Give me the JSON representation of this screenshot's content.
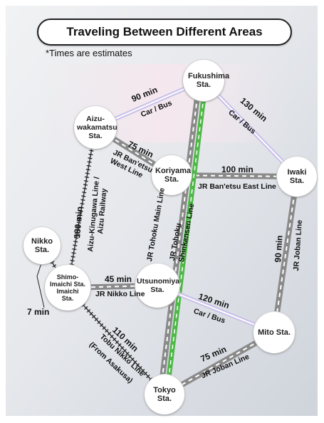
{
  "title": "Traveling Between Different Areas",
  "note": "*Times are estimates",
  "colors": {
    "rail": "#8a8a8a",
    "shinkansen": "#4fb848",
    "road": "#c9c0ea",
    "local": "#2b2b2b"
  },
  "stations": {
    "fukushima": "Fukushima Sta.",
    "aizu": "Aizu-wakamatsu Sta.",
    "koriyama": "Koriyama Sta.",
    "iwaki": "Iwaki Sta.",
    "nikko": "Nikko Sta.",
    "shimo_imaichi": "Shimo-Imaichi Sta.",
    "imaichi": "Imaichi Sta.",
    "utsunomiya": "Utsunomiya Sta.",
    "mito": "Mito Sta.",
    "tokyo": "Tokyo Sta."
  },
  "routes": {
    "aizu_fukushima": {
      "time": "90 min",
      "mode": "Car / Bus"
    },
    "fukushima_iwaki": {
      "time": "130 min",
      "mode": "Car / Bus"
    },
    "aizu_koriyama": {
      "time": "75 min",
      "line1": "JR Ban'etsu",
      "line2": "West Line"
    },
    "koriyama_iwaki": {
      "time": "100 min",
      "line": "JR Ban'etsu East Line"
    },
    "aizu_shimo": {
      "time": "180 min",
      "line1": "Aizu-Kinugawa Line /",
      "line2": "Aizu Railway"
    },
    "tohoku_main": {
      "line": "JR Tohoku Main Line"
    },
    "tohoku_shinkansen": {
      "line1": "JR Tohoku",
      "line2": "Shinkansen Line"
    },
    "iwaki_mito": {
      "time": "90 min",
      "line": "JR Joban Line"
    },
    "shimo_utsunomiya": {
      "time": "45 min",
      "line": "JR Nikko Line"
    },
    "nikko_shimo": {
      "time": "7 min"
    },
    "utsunomiya_mito": {
      "time": "120 min",
      "mode": "Car / Bus"
    },
    "shimo_tokyo": {
      "time": "110 min",
      "line1": "Tobu Nikko Line",
      "line2": "(From Asakusa)"
    },
    "mito_tokyo": {
      "time": "75 min",
      "line": "JR Joban Line"
    }
  }
}
